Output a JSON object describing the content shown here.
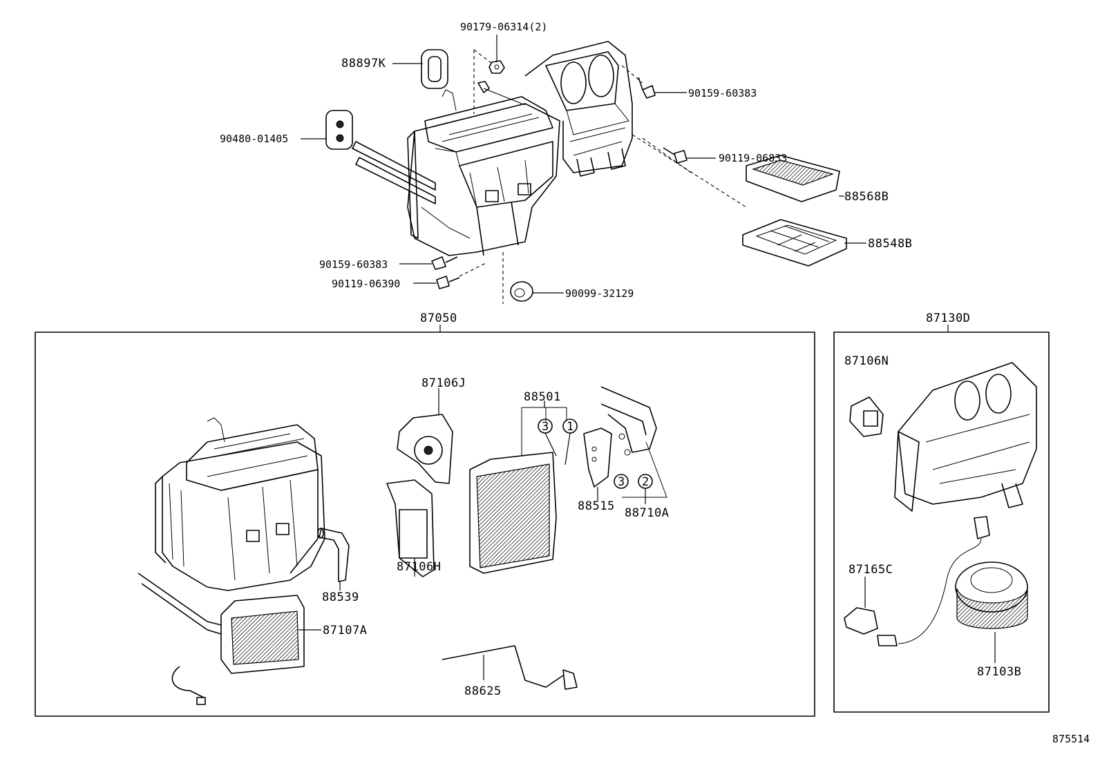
{
  "labels": {
    "p90179": "90179-06314(2)",
    "p88897K": "88897K",
    "p90159a": "90159-60383",
    "p90480": "90480-01405",
    "p90119a": "90119-06833",
    "p88568B": "88568B",
    "p88548B": "88548B",
    "p90159b": "90159-60383",
    "p90119b": "90119-06390",
    "p90099": "90099-32129",
    "p87050": "87050",
    "p87130D": "87130D",
    "p87106J": "87106J",
    "p88501": "88501",
    "p87106N": "87106N",
    "p88515": "88515",
    "p88710A": "88710A",
    "p88539": "88539",
    "p87106H": "87106H",
    "p87165C": "87165C",
    "p87107A": "87107A",
    "p87103B": "87103B",
    "p88625": "88625",
    "ref_3a": "3",
    "ref_1": "1",
    "ref_3b": "3",
    "ref_2": "2",
    "figure_id": "875514"
  }
}
